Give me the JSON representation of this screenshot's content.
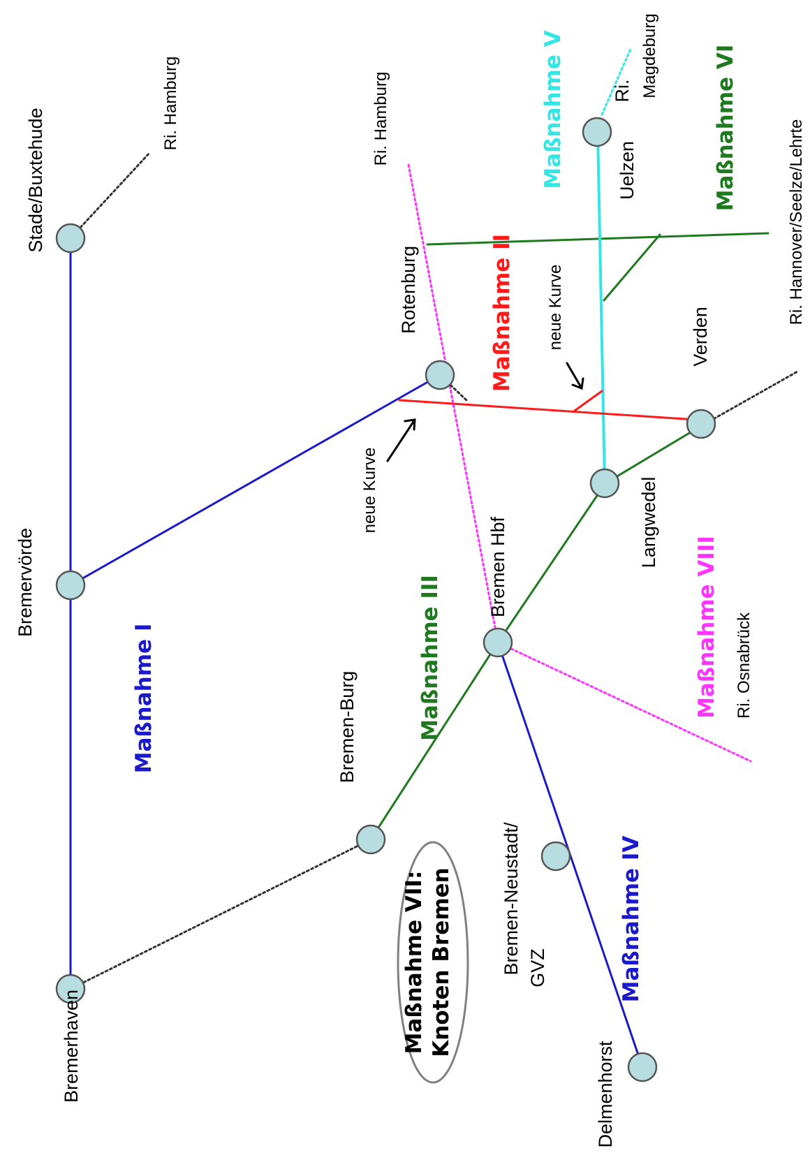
{
  "colors": {
    "blue": "#1a1acc",
    "green": "#1f7a1f",
    "red": "#ff1a1a",
    "cyan": "#33e6e6",
    "magenta": "#ff33ff",
    "dotted": "#333333",
    "station_fill": "#b7dde0"
  },
  "stations": {
    "bremerhaven": "Bremerhaven",
    "bremervoerde": "Bremervörde",
    "stade": "Stade/Buxtehude",
    "bremen_burg": "Bremen-Burg",
    "rotenburg": "Rotenburg",
    "bremen_hbf": "Bremen Hbf",
    "bremen_neustadt_1": "Bremen-Neustadt/",
    "bremen_neustadt_2": "GVZ",
    "delmenhorst": "Delmenhorst",
    "langwedel": "Langwedel",
    "verden": "Verden",
    "uelzen": "Uelzen"
  },
  "directions": {
    "hamburg_1": "Ri. Hamburg",
    "hamburg_2": "Ri. Hamburg",
    "magdeburg_1": "Ri.",
    "magdeburg_2": "Magdeburg",
    "hannover": "Ri. Hannover/Seelze/Lehrte",
    "osnabrueck": "Ri. Osnabrück"
  },
  "annotations": {
    "neue_kurve_1": "neue Kurve",
    "neue_kurve_2": "neue Kurve"
  },
  "measures": {
    "m1": "Maßnahme I",
    "m2": "Maßnahme II",
    "m3": "Maßnahme III",
    "m4": "Maßnahme IV",
    "m5": "Maßnahme V",
    "m6": "Maßnahme VI",
    "m7_1": "Maßnahme VII:",
    "m7_2": "Knoten Bremen",
    "m8": "Maßnahme VIII"
  }
}
